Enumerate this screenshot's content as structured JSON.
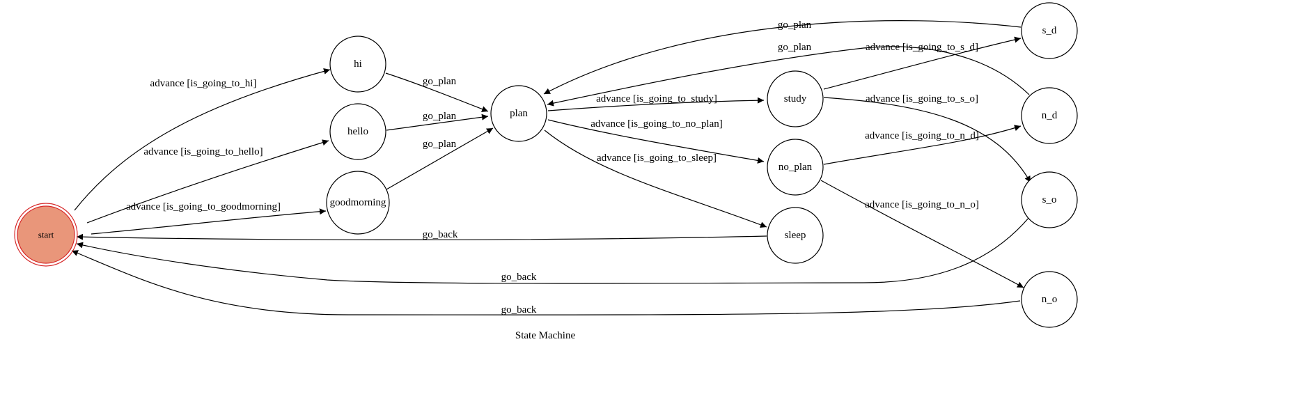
{
  "title": "State Machine",
  "colors": {
    "start_fill": "#e9967a",
    "start_stroke": "#d62728",
    "line": "#000000"
  },
  "nodes": {
    "start": "start",
    "hi": "hi",
    "hello": "hello",
    "goodmorning": "goodmorning",
    "plan": "plan",
    "study": "study",
    "no_plan": "no_plan",
    "sleep": "sleep",
    "s_d": "s_d",
    "n_d": "n_d",
    "s_o": "s_o",
    "n_o": "n_o"
  },
  "edges": {
    "start_hi": "advance [is_going_to_hi]",
    "start_hello": "advance [is_going_to_hello]",
    "start_goodmorning": "advance [is_going_to_goodmorning]",
    "hi_plan": "go_plan",
    "hello_plan": "go_plan",
    "goodmorning_plan": "go_plan",
    "plan_study": "advance [is_going_to_study]",
    "plan_no_plan": "advance [is_going_to_no_plan]",
    "plan_sleep": "advance [is_going_to_sleep]",
    "study_s_d": "advance [is_going_to_s_d]",
    "study_s_o": "advance [is_going_to_s_o]",
    "no_plan_n_d": "advance [is_going_to_n_d]",
    "no_plan_n_o": "advance [is_going_to_n_o]",
    "s_d_plan": "go_plan",
    "n_d_plan": "go_plan",
    "sleep_start": "go_back",
    "s_o_start": "go_back",
    "n_o_start": "go_back"
  }
}
